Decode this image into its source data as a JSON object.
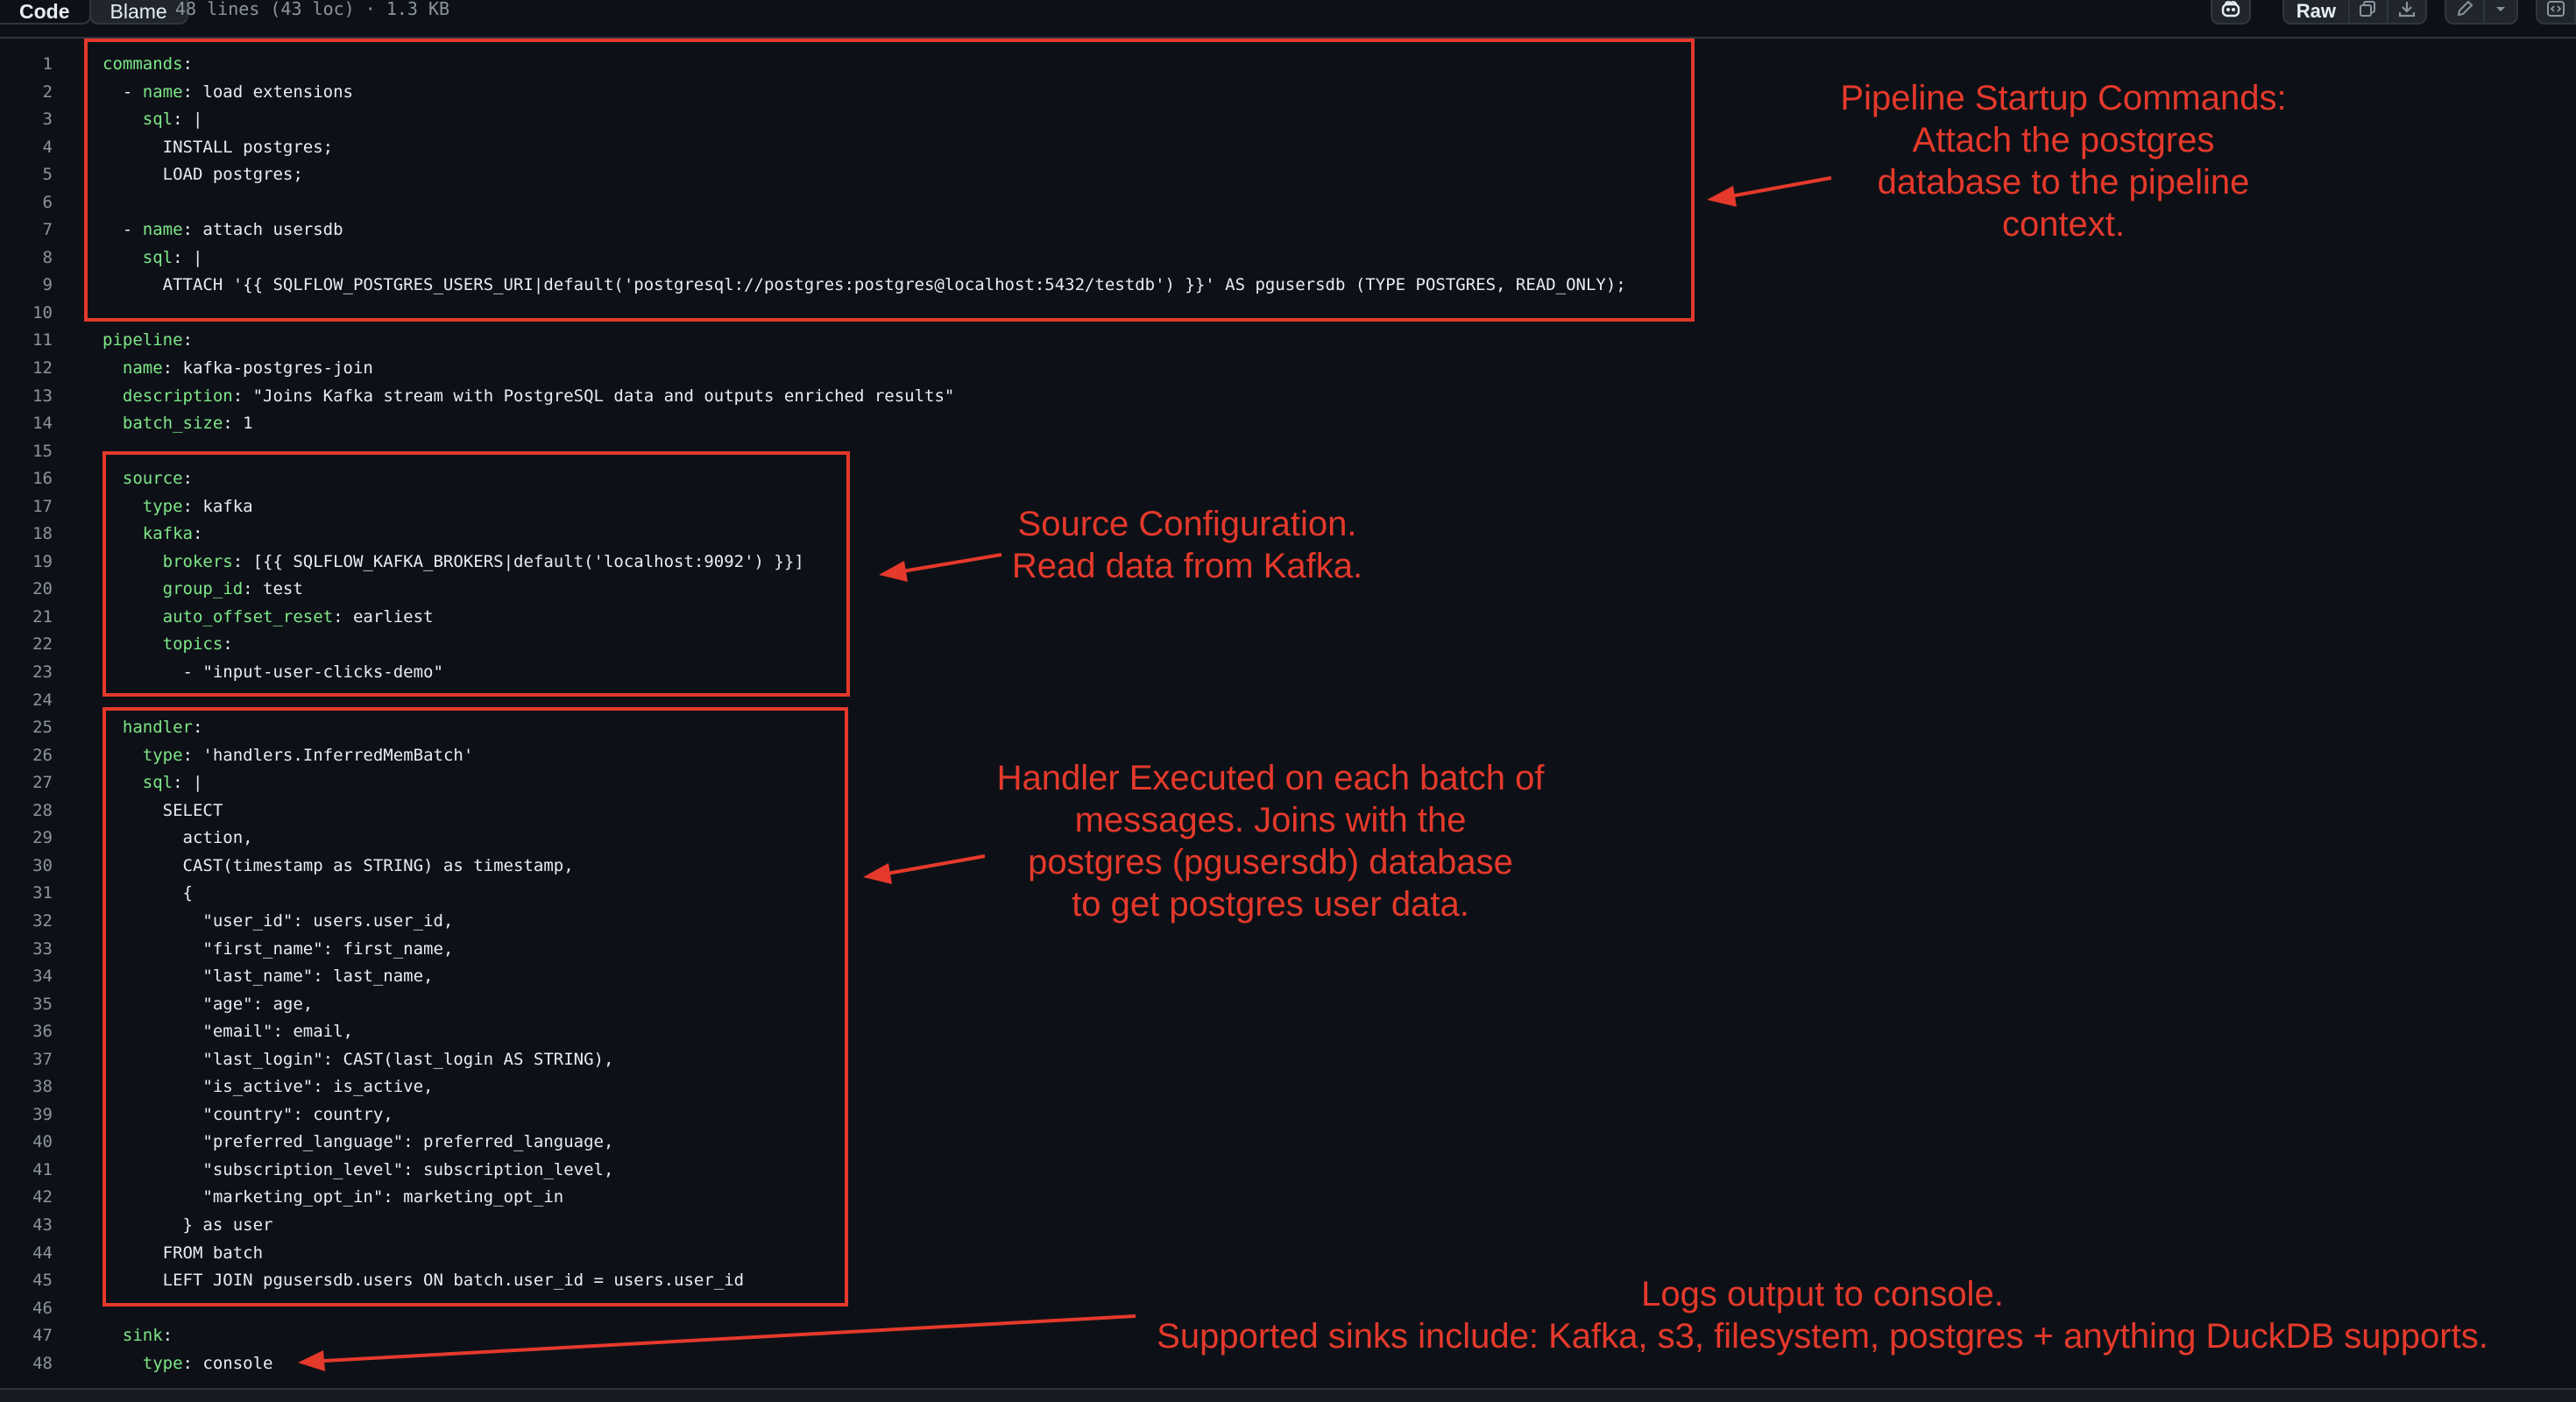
{
  "toolbar": {
    "code_tab": "Code",
    "blame_tab": "Blame",
    "file_info": "48 lines (43 loc) · 1.3 KB",
    "raw_button": "Raw",
    "copilot_icon": "copilot-icon",
    "copy_icon": "copy-icon",
    "download_icon": "download-icon",
    "edit_icon": "pencil-icon",
    "caret_icon": "chevron-down-icon",
    "symbols_icon": "code-square-icon"
  },
  "code": {
    "lines": [
      {
        "n": "1",
        "t": [
          [
            "k",
            "commands"
          ],
          [
            "p",
            ":"
          ]
        ]
      },
      {
        "n": "2",
        "t": [
          [
            "p",
            "  - "
          ],
          [
            "k",
            "name"
          ],
          [
            "p",
            ": load extensions"
          ]
        ]
      },
      {
        "n": "3",
        "t": [
          [
            "p",
            "    "
          ],
          [
            "k",
            "sql"
          ],
          [
            "p",
            ": |"
          ]
        ]
      },
      {
        "n": "4",
        "t": [
          [
            "p",
            "      INSTALL postgres;"
          ]
        ]
      },
      {
        "n": "5",
        "t": [
          [
            "p",
            "      LOAD postgres;"
          ]
        ]
      },
      {
        "n": "6",
        "t": [
          [
            "p",
            ""
          ]
        ]
      },
      {
        "n": "7",
        "t": [
          [
            "p",
            "  - "
          ],
          [
            "k",
            "name"
          ],
          [
            "p",
            ": attach usersdb"
          ]
        ]
      },
      {
        "n": "8",
        "t": [
          [
            "p",
            "    "
          ],
          [
            "k",
            "sql"
          ],
          [
            "p",
            ": |"
          ]
        ]
      },
      {
        "n": "9",
        "t": [
          [
            "p",
            "      ATTACH '{{ SQLFLOW_POSTGRES_USERS_URI|default('postgresql://postgres:postgres@localhost:5432/testdb') }}' AS pgusersdb (TYPE POSTGRES, READ_ONLY);"
          ]
        ]
      },
      {
        "n": "10",
        "t": [
          [
            "p",
            ""
          ]
        ]
      },
      {
        "n": "11",
        "t": [
          [
            "k",
            "pipeline"
          ],
          [
            "p",
            ":"
          ]
        ]
      },
      {
        "n": "12",
        "t": [
          [
            "p",
            "  "
          ],
          [
            "k",
            "name"
          ],
          [
            "p",
            ": kafka-postgres-join"
          ]
        ]
      },
      {
        "n": "13",
        "t": [
          [
            "p",
            "  "
          ],
          [
            "k",
            "description"
          ],
          [
            "p",
            ": \"Joins Kafka stream with PostgreSQL data and outputs enriched results\""
          ]
        ]
      },
      {
        "n": "14",
        "t": [
          [
            "p",
            "  "
          ],
          [
            "k",
            "batch_size"
          ],
          [
            "p",
            ": 1"
          ]
        ]
      },
      {
        "n": "15",
        "t": [
          [
            "p",
            ""
          ]
        ]
      },
      {
        "n": "16",
        "t": [
          [
            "p",
            "  "
          ],
          [
            "k",
            "source"
          ],
          [
            "p",
            ":"
          ]
        ]
      },
      {
        "n": "17",
        "t": [
          [
            "p",
            "    "
          ],
          [
            "k",
            "type"
          ],
          [
            "p",
            ": kafka"
          ]
        ]
      },
      {
        "n": "18",
        "t": [
          [
            "p",
            "    "
          ],
          [
            "k",
            "kafka"
          ],
          [
            "p",
            ":"
          ]
        ]
      },
      {
        "n": "19",
        "t": [
          [
            "p",
            "      "
          ],
          [
            "k",
            "brokers"
          ],
          [
            "p",
            ": [{{ SQLFLOW_KAFKA_BROKERS|default('localhost:9092') }}]"
          ]
        ]
      },
      {
        "n": "20",
        "t": [
          [
            "p",
            "      "
          ],
          [
            "k",
            "group_id"
          ],
          [
            "p",
            ": test"
          ]
        ]
      },
      {
        "n": "21",
        "t": [
          [
            "p",
            "      "
          ],
          [
            "k",
            "auto_offset_reset"
          ],
          [
            "p",
            ": earliest"
          ]
        ]
      },
      {
        "n": "22",
        "t": [
          [
            "p",
            "      "
          ],
          [
            "k",
            "topics"
          ],
          [
            "p",
            ":"
          ]
        ]
      },
      {
        "n": "23",
        "t": [
          [
            "p",
            "        - \"input-user-clicks-demo\""
          ]
        ]
      },
      {
        "n": "24",
        "t": [
          [
            "p",
            ""
          ]
        ]
      },
      {
        "n": "25",
        "t": [
          [
            "p",
            "  "
          ],
          [
            "k",
            "handler"
          ],
          [
            "p",
            ":"
          ]
        ]
      },
      {
        "n": "26",
        "t": [
          [
            "p",
            "    "
          ],
          [
            "k",
            "type"
          ],
          [
            "p",
            ": 'handlers.InferredMemBatch'"
          ]
        ]
      },
      {
        "n": "27",
        "t": [
          [
            "p",
            "    "
          ],
          [
            "k",
            "sql"
          ],
          [
            "p",
            ": |"
          ]
        ]
      },
      {
        "n": "28",
        "t": [
          [
            "p",
            "      SELECT"
          ]
        ]
      },
      {
        "n": "29",
        "t": [
          [
            "p",
            "        action,"
          ]
        ]
      },
      {
        "n": "30",
        "t": [
          [
            "p",
            "        CAST(timestamp as STRING) as timestamp,"
          ]
        ]
      },
      {
        "n": "31",
        "t": [
          [
            "p",
            "        {"
          ]
        ]
      },
      {
        "n": "32",
        "t": [
          [
            "p",
            "          \"user_id\": users.user_id,"
          ]
        ]
      },
      {
        "n": "33",
        "t": [
          [
            "p",
            "          \"first_name\": first_name,"
          ]
        ]
      },
      {
        "n": "34",
        "t": [
          [
            "p",
            "          \"last_name\": last_name,"
          ]
        ]
      },
      {
        "n": "35",
        "t": [
          [
            "p",
            "          \"age\": age,"
          ]
        ]
      },
      {
        "n": "36",
        "t": [
          [
            "p",
            "          \"email\": email,"
          ]
        ]
      },
      {
        "n": "37",
        "t": [
          [
            "p",
            "          \"last_login\": CAST(last_login AS STRING),"
          ]
        ]
      },
      {
        "n": "38",
        "t": [
          [
            "p",
            "          \"is_active\": is_active,"
          ]
        ]
      },
      {
        "n": "39",
        "t": [
          [
            "p",
            "          \"country\": country,"
          ]
        ]
      },
      {
        "n": "40",
        "t": [
          [
            "p",
            "          \"preferred_language\": preferred_language,"
          ]
        ]
      },
      {
        "n": "41",
        "t": [
          [
            "p",
            "          \"subscription_level\": subscription_level,"
          ]
        ]
      },
      {
        "n": "42",
        "t": [
          [
            "p",
            "          \"marketing_opt_in\": marketing_opt_in"
          ]
        ]
      },
      {
        "n": "43",
        "t": [
          [
            "p",
            "        } as user"
          ]
        ]
      },
      {
        "n": "44",
        "t": [
          [
            "p",
            "      FROM batch"
          ]
        ]
      },
      {
        "n": "45",
        "t": [
          [
            "p",
            "      LEFT JOIN pgusersdb.users ON batch.user_id = users.user_id"
          ]
        ]
      },
      {
        "n": "46",
        "t": [
          [
            "p",
            ""
          ]
        ]
      },
      {
        "n": "47",
        "t": [
          [
            "p",
            "  "
          ],
          [
            "k",
            "sink"
          ],
          [
            "p",
            ":"
          ]
        ]
      },
      {
        "n": "48",
        "t": [
          [
            "p",
            "    "
          ],
          [
            "k",
            "type"
          ],
          [
            "p",
            ": console"
          ]
        ]
      }
    ]
  },
  "annotations": {
    "commands": [
      "Pipeline Startup Commands:",
      "Attach the postgres",
      "database to the pipeline",
      "context."
    ],
    "source": [
      "Source Configuration.",
      "Read data from Kafka."
    ],
    "handler": [
      "Handler Executed on each batch of",
      "messages. Joins with the",
      "postgres (pgusersdb) database",
      "to get postgres user data."
    ],
    "sink": [
      "Logs output to console.",
      "Supported sinks include: Kafka, s3, filesystem, postgres + anything DuckDB supports."
    ],
    "color": "#e5392b"
  }
}
